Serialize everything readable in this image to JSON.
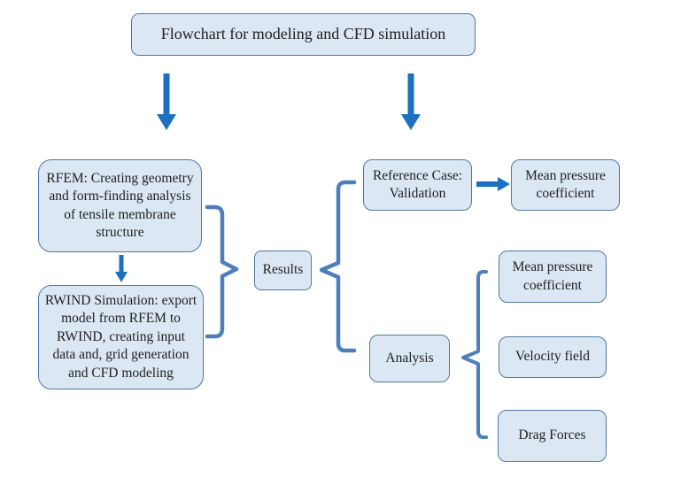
{
  "diagram": {
    "title": "Flowchart for modeling and CFD simulation",
    "left_branch": {
      "rfem": "RFEM: Creating geometry and form-finding analysis of tensile membrane structure",
      "rwind": "RWIND Simulation: export model from RFEM to RWIND, creating input data and, grid generation and CFD modeling"
    },
    "center": {
      "results": "Results"
    },
    "right_branch": {
      "reference_case": "Reference Case: Validation",
      "reference_output": "Mean pressure coefficient",
      "analysis": "Analysis",
      "analysis_outputs": [
        "Mean pressure coefficient",
        "Velocity field",
        "Drag Forces"
      ]
    },
    "icons": [
      "down-arrow-icon",
      "down-arrow-icon",
      "down-arrow-icon",
      "right-arrow-icon",
      "right-curly-brace-icon",
      "left-curly-brace-icon",
      "left-curly-brace-icon"
    ],
    "colors": {
      "background": "#ffffff",
      "box_fill": "#dbe8f4",
      "box_border": "#4f78a2",
      "arrow": "#1b70c1",
      "brace": "#4d7fbe",
      "text": "#1f1f1f"
    }
  }
}
